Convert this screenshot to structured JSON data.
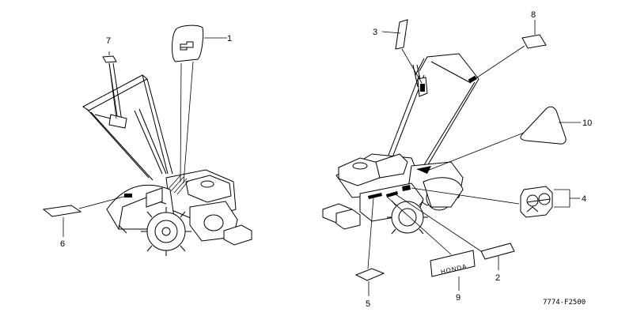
{
  "callouts": {
    "c1": "1",
    "c2": "2",
    "c3": "3",
    "c4": "4",
    "c5": "5",
    "c6": "6",
    "c7": "7",
    "c8": "8",
    "c9": "9",
    "c10": "10"
  },
  "decal_brand_text": "HONDA",
  "diagram_code": "7774-F2500"
}
